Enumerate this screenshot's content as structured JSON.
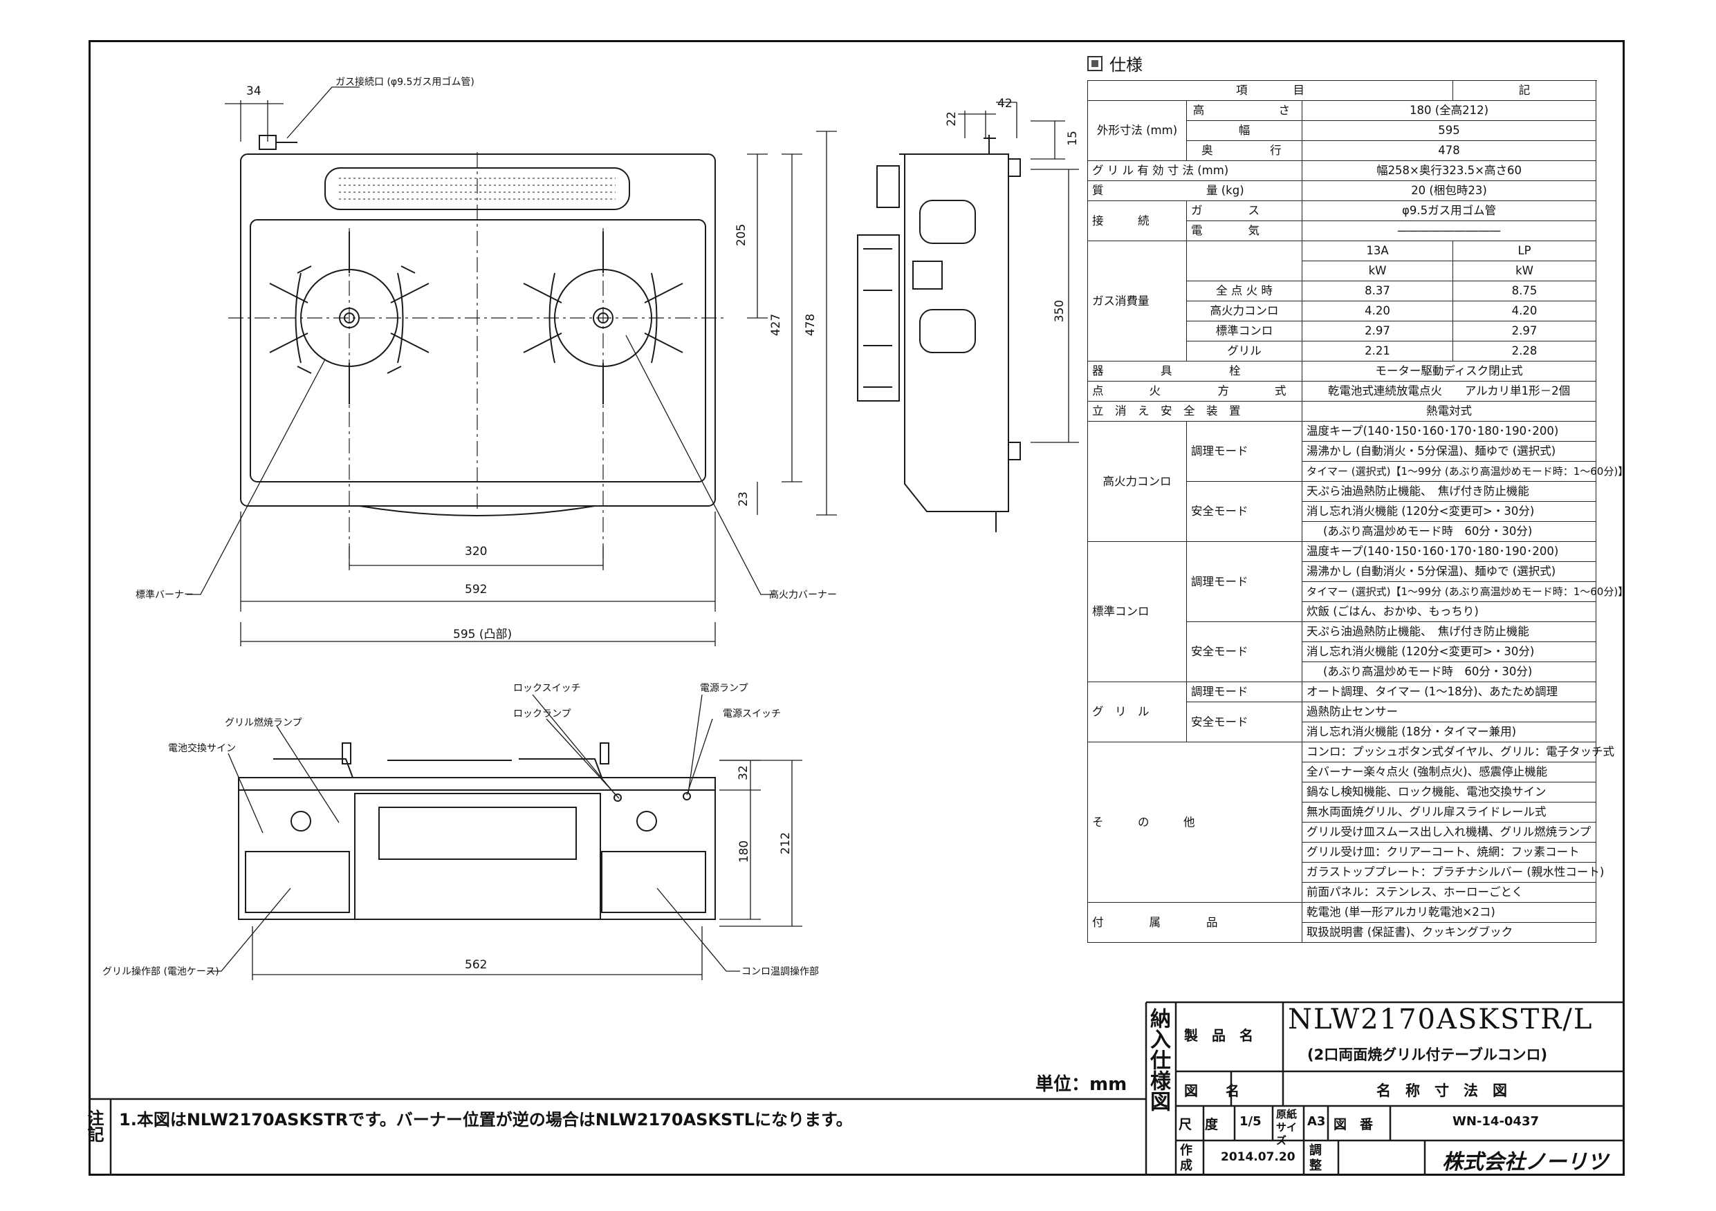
{
  "drawing_labels": {
    "gas_inlet": "ガス接続口 (φ9.5ガス用ゴム管)",
    "std_burner": "標準バーナー",
    "high_burner": "高火力バーナー",
    "lock_switch": "ロックスイッチ",
    "lock_lamp": "ロックランプ",
    "power_lamp": "電源ランプ",
    "power_switch": "電源スイッチ",
    "grill_lamp": "グリル燃焼ランプ",
    "battery_sign": "電池交換サイン",
    "grill_control": "グリル操作部 (電池ケース)",
    "stove_control": "コンロ温調操作部"
  },
  "dims": {
    "d34": "34",
    "d205": "205",
    "d427": "427",
    "d478": "478",
    "d23": "23",
    "d320": "320",
    "d592": "592",
    "d595": "595 (凸部)",
    "d22": "22",
    "d42": "42",
    "d15": "15",
    "d350": "350",
    "d32": "32",
    "d180": "180",
    "d212": "212",
    "d562": "562"
  },
  "spec": {
    "title": "仕様",
    "h_item": "項　　　　目",
    "h_value": "記",
    "outer_dim": "外形寸法 (mm)",
    "height": "高　　　　さ",
    "height_v": "180 (全高212)",
    "width": "幅",
    "width_v": "595",
    "depth": "奥　　　行",
    "depth_v": "478",
    "grill_dim": "グ リ ル 有 効 寸 法 (mm)",
    "grill_dim_v": "幅258×奥行323.5×高さ60",
    "mass": "質　　　　　　　　　量 (kg)",
    "mass_v": "20 (梱包時23)",
    "conn": "接　　　続",
    "gas": "ガ　　　　ス",
    "gas_v": "φ9.5ガス用ゴム管",
    "elec": "電　　　　気",
    "elec_v": "―――――――――",
    "consumption": "ガス消費量",
    "g13a": "13A",
    "glp": "LP",
    "kw1": "kW",
    "kw2": "kW",
    "all_fire": "全 点 火 時",
    "all_13": "8.37",
    "all_lp": "8.75",
    "high_c": "高火力コンロ",
    "high_13": "4.20",
    "high_lp": "4.20",
    "std_c": "標準コンロ",
    "std_13": "2.97",
    "std_lp": "2.97",
    "grill": "グリル",
    "grill_13": "2.21",
    "grill_lp": "2.28",
    "valve": "器　　　　　具　　　　　栓",
    "valve_v": "モーター駆動ディスク閉止式",
    "ignition": "点　　　　火　　　　　方　　　　式",
    "ignition_v": "乾電池式連続放電点火　　アルカリ単1形－2個",
    "safety": "立　消　え　安　全　装　置",
    "safety_v": "熱電対式",
    "hc": "高火力コンロ",
    "mode_adj": "調理モード",
    "mode_safe": "安全モード",
    "hc_adj1": "温度キープ(140･150･160･170･180･190･200)",
    "hc_adj2": "湯沸かし (自動消火・5分保温)、麺ゆで (選択式)",
    "hc_adj3": "タイマー (選択式)【1～99分 (あぶり高温炒めモード時：1～60分)】",
    "hc_safe1": "天ぷら油過熱防止機能、　焦げ付き防止機能",
    "hc_safe2": "消し忘れ消火機能 (120分<変更可>・30分)",
    "hc_safe3": "(あぶり高温炒めモード時　60分・30分)",
    "sc": "標準コンロ",
    "sc_adj1": "温度キープ(140･150･160･170･180･190･200)",
    "sc_adj2": "湯沸かし (自動消火・5分保温)、麺ゆで (選択式)",
    "sc_adj3": "タイマー (選択式)【1～99分 (あぶり高温炒めモード時：1～60分)】",
    "sc_adj4": "炊飯 (ごはん、おかゆ、もっちり)",
    "sc_safe1": "天ぷら油過熱防止機能、　焦げ付き防止機能",
    "sc_safe2": "消し忘れ消火機能 (120分<変更可>・30分)",
    "sc_safe3": "(あぶり高温炒めモード時　60分・30分)",
    "gr": "グ　リ　ル",
    "gr_adj": "オート調理、タイマー (1～18分)、あたため調理",
    "gr_safe1": "過熱防止センサー",
    "gr_safe2": "消し忘れ消火機能 (18分・タイマー兼用)",
    "other": "そ　　　の　　　他",
    "o1": "コンロ：プッシュボタン式ダイヤル、グリル：電子タッチ式",
    "o2": "全バーナー楽々点火 (強制点火)、感震停止機能",
    "o3": "鍋なし検知機能、ロック機能、電池交換サイン",
    "o4": "無水両面焼グリル、グリル扉スライドレール式",
    "o5": "グリル受け皿スムース出し入れ機構、グリル燃焼ランプ",
    "o6": "グリル受け皿：クリアーコート、焼網：フッ素コート",
    "o7": "ガラストッププレート：プラチナシルバー (親水性コート)",
    "o8": "前面パネル：ステンレス、ホーローごとく",
    "acc": "付　　　　属　　　　品",
    "acc1": "乾電池 (単一形アルカリ乾電池×2コ)",
    "acc2": "取扱説明書 (保証書)、クッキングブック"
  },
  "unit": "単位：mm",
  "notes": {
    "head": "注記",
    "line1": "1.本図はNLW2170ASKSTRです。バーナー位置が逆の場合はNLW2170ASKSTLになります。"
  },
  "title_block": {
    "nonyu": "納入仕様図",
    "product_label": "製　品　名",
    "product": "NLW2170ASKSTR/L",
    "product_sub": "(2口両面焼グリル付テーブルコンロ)",
    "drawing_label": "図　　名",
    "drawing_name": "名　称　寸　法　図",
    "scale_label": "尺　度",
    "scale": "1/5",
    "paper_label": "原紙サイズ",
    "paper": "A3",
    "no_label": "図　番",
    "no": "WN-14-0437",
    "made_label": "作成",
    "date": "2014.07.20",
    "check_label": "調整",
    "company": "株式会社ノーリツ"
  }
}
